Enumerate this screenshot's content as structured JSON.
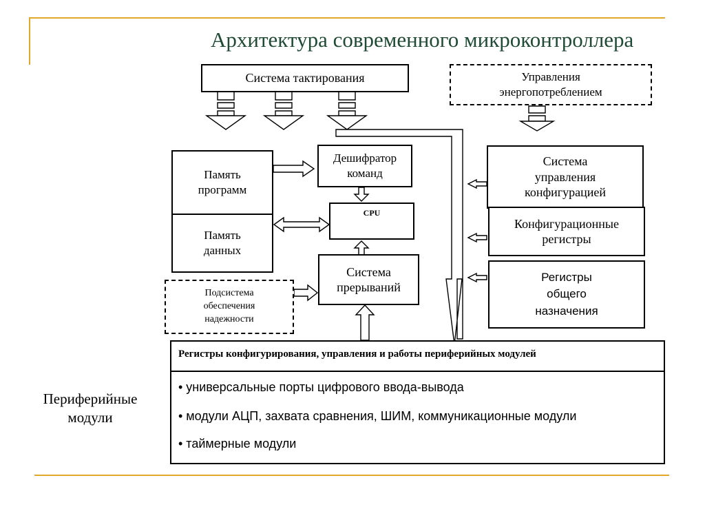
{
  "title": "Архитектура  современного микроконтроллера",
  "blocks": {
    "clock_system": "Система  тактирования",
    "power_mgmt": [
      "Управления",
      "энергопотреблением"
    ],
    "program_memory": [
      "Память",
      "программ"
    ],
    "data_memory": [
      "Память",
      "данных"
    ],
    "instruction_decoder": [
      "Дешифратор",
      "команд"
    ],
    "cpu": "CPU",
    "interrupt_system": [
      "Система",
      "прерываний"
    ],
    "reliability_subsystem": [
      "Подсистема",
      "обеспечения",
      "надежности"
    ],
    "config_mgmt": [
      "Система",
      "управления",
      "конфигурацией"
    ],
    "config_registers": [
      "Конфигурационные",
      "регистры"
    ],
    "general_registers": [
      "Регистры",
      "общего",
      "назначения"
    ]
  },
  "peripherals": {
    "header": "Регистры конфигурирования, управления и работы периферийных модулей",
    "items": [
      "• универсальные порты цифрового ввода-вывода",
      "• модули АЦП, захвата сравнения, ШИМ, коммуникационные модули",
      "• таймерные модули"
    ],
    "side_label": [
      "Периферийные",
      "модули"
    ]
  },
  "colors": {
    "accent": "#e0a82a",
    "title": "#1f4a33",
    "line": "#000000"
  }
}
